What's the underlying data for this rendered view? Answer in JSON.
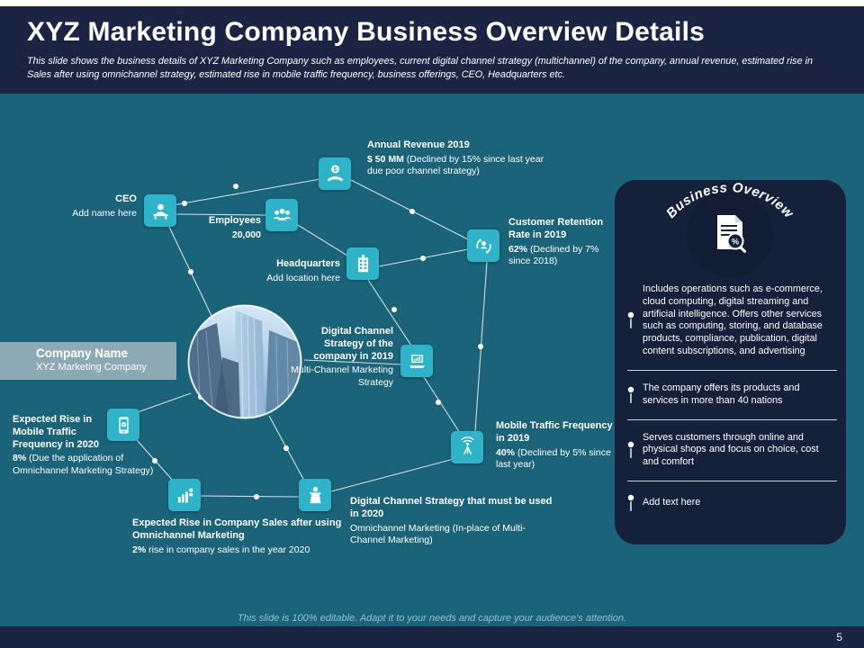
{
  "slide": {
    "title": "XYZ Marketing Company Business Overview Details",
    "subtitle": "This slide shows the business details of XYZ Marketing Company such as employees, current digital channel strategy (multichannel) of the company, annual revenue, estimated rise in Sales after using omnichannel strategy, estimated rise in mobile traffic frequency, business offerings, CEO, Headquarters etc.",
    "footer_note": "This slide is 100% editable. Adapt it to your needs and capture your audience's attention.",
    "page_number": "5"
  },
  "company": {
    "label": "Company Name",
    "name": "XYZ Marketing Company"
  },
  "nodes": {
    "ceo": {
      "title": "CEO",
      "value": "Add name here"
    },
    "employees": {
      "title": "Employees",
      "value": "20,000"
    },
    "annual_revenue": {
      "title": "Annual Revenue 2019",
      "value_bold": "$ 50 MM",
      "value_rest": "(Declined by 15% since last year due poor channel strategy)"
    },
    "headquarters": {
      "title": "Headquarters",
      "value": "Add location here"
    },
    "customer_retention": {
      "title": "Customer Retention Rate in 2019",
      "value_bold": "62%",
      "value_rest": "(Declined by 7% since 2018)"
    },
    "digital_strategy_2019": {
      "title": "Digital Channel Strategy of the company in 2019",
      "value": "Multi-Channel Marketing Strategy"
    },
    "mobile_traffic_2019": {
      "title": "Mobile Traffic Frequency in 2019",
      "value_bold": "40%",
      "value_rest": "(Declined by 5% since last year)"
    },
    "strategy_2020": {
      "title": "Digital Channel Strategy that must be used in 2020",
      "value": "Omnichannel Marketing (In-place of Multi-Channel Marketing)"
    },
    "sales_rise_2020": {
      "title": "Expected Rise in Company Sales after using Omnichannel Marketing",
      "value_bold": "2%",
      "value_rest": "rise in company sales in the year 2020"
    },
    "mobile_rise_2020": {
      "title": "Expected Rise in Mobile Traffic Frequency in 2020",
      "value_bold": "8%",
      "value_rest": "(Due the application of Omnichannel Marketing Strategy)"
    }
  },
  "panel": {
    "title": "Business Overview",
    "items": [
      {
        "text": "Includes operations such as e-commerce, cloud computing, digital streaming and artificial intelligence.  Offers other services such as computing, storing, and database products, compliance, publication, digital content subscriptions, and advertising"
      },
      {
        "text": "The company offers its products and services in more than 40 nations"
      },
      {
        "text": "Serves customers through online and physical shops and focus on choice, cost and comfort"
      },
      {
        "text": "Add text here"
      }
    ]
  },
  "colors": {
    "accent_teal": "#2fb3c8",
    "header_navy": "#1b2543",
    "panel_navy": "#15203b",
    "body_teal": "#1a6378"
  }
}
